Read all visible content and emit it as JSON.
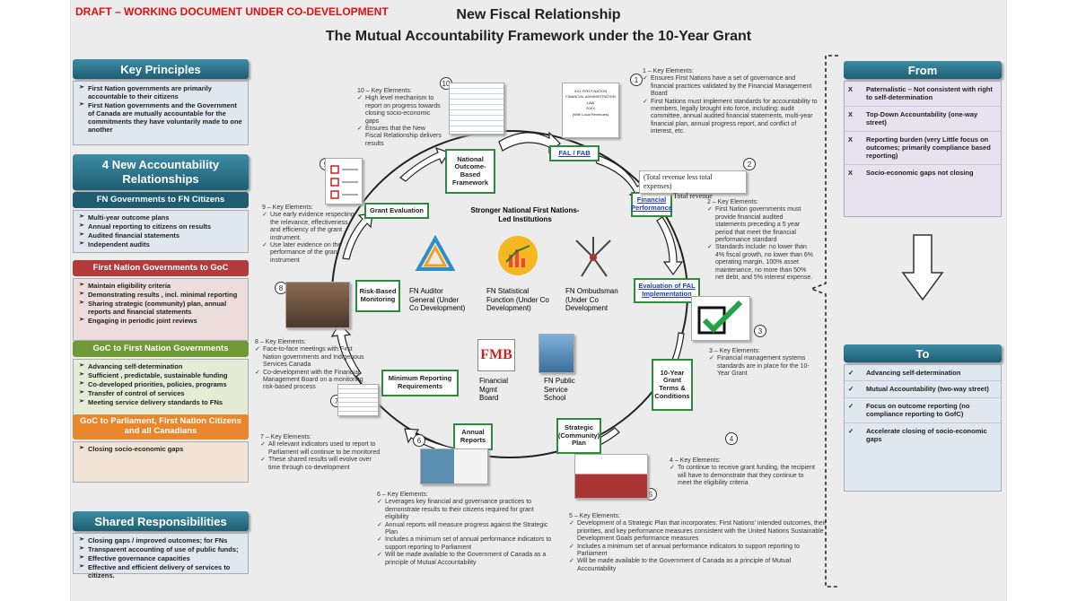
{
  "header": {
    "draft": "DRAFT – WORKING DOCUMENT UNDER CO-DEVELOPMENT",
    "title_line1": "New Fiscal Relationship",
    "title_line2": "The Mutual Accountability Framework under the 10-Year Grant"
  },
  "key_principles": {
    "title": "Key Principles",
    "items": [
      "First Nation governments are primarily accountable to their citizens",
      "First Nation governments and the Government of Canada are mutually accountable for the commitments they have voluntarily made to one another"
    ]
  },
  "relationships": {
    "title": "4 New Accountability Relationships",
    "sections": [
      {
        "title": "FN Governments to FN Citizens",
        "color": "#1f5e72",
        "bg": "#dfe7ef",
        "items": [
          "Multi-year outcome plans",
          "Annual reporting to citizens on results",
          "Audited financial statements",
          "Independent audits"
        ]
      },
      {
        "title": "First Nation Governments to GoC",
        "color": "#b23a3a",
        "bg": "#ecdcdc",
        "items": [
          "Maintain eligibility criteria",
          "Demonstrating results , incl. minimal reporting",
          "Sharing strategic (community) plan, annual reports and financial statements",
          "Engaging in periodic joint reviews"
        ]
      },
      {
        "title": "GoC to First Nation Governments",
        "color": "#6f9a34",
        "bg": "#e4ecd6",
        "items": [
          "Advancing self-determination",
          "Sufficient , predictable, sustainable funding",
          "Co-developed priorities, policies, programs",
          "Transfer of control of services",
          "Meeting service delivery standards to FNs"
        ]
      },
      {
        "title": "GoC to Parliament, First Nation Citizens and all Canadians",
        "color": "#e8872e",
        "bg": "#f1e4d4",
        "items": [
          "Closing socio-economic gaps"
        ]
      }
    ]
  },
  "shared": {
    "title": "Shared Responsibilities",
    "items": [
      "Closing gaps / improved outcomes; for FNs",
      "Transparent accounting of use of public funds;",
      "Effective governance capacities",
      "Effective and efficient delivery of services to citizens."
    ]
  },
  "from": {
    "title": "From",
    "mark": "X",
    "items": [
      "Paternalistic – Not consistent with right to self-determination",
      "Top-Down Accountability (one-way street)",
      "Reporting burden (very Little focus on outcomes; primarily compliance based reporting)",
      "Socio-economic gaps not closing"
    ]
  },
  "to": {
    "title": "To",
    "mark": "✓",
    "items": [
      "Advancing self-determination",
      "Mutual Accountability (two-way street)",
      "Focus on outcome reporting (no compliance reporting to GofC)",
      "Accelerate closing of socio-economic gaps"
    ]
  },
  "cycle": {
    "center_title": "Stronger National First Nations-Led Institutions",
    "institutions": [
      "FN Auditor General (Under Co Development)",
      "FN Statistical Function (Under Co Development)",
      "FN Ombudsman (Under Co Development",
      "Financial Mgmt Board",
      "FN Public Service School"
    ],
    "fmb_logo": "FMB",
    "nodes": [
      "FAL / FAB",
      "Financial Performance",
      "Evaluation of FAL Implementation",
      "10-Year Grant Terms & Conditions",
      "Strategic (Community) Plan",
      "Annual Reports",
      "Minimum Reporting Requirements",
      "Risk-Based Monitoring",
      "Grant Evaluation",
      "National Outcome-Based Framework"
    ],
    "numbers": [
      "1",
      "2",
      "3",
      "4",
      "5",
      "6",
      "7",
      "8",
      "9",
      "10"
    ],
    "revenue_text1": "(Total revenue less total expenses)",
    "revenue_text2": "Total revenue",
    "doc_text": [
      "XXX FIRST NATION",
      "FINANCIAL ADMINISTRATION LAW",
      "20XX",
      "[With Local Revenues]"
    ]
  },
  "elements": {
    "e1": {
      "title": "1 – Key Elements:",
      "items": [
        "Ensures First Nations have a set of governance and financial practices validated by the Financial Management Board",
        "First Nations must implement standards for accountability to members, legally brought into force, including: audit committee, annual audited financial statements, multi-year financial plan, annual progress report, and conflict of interest, etc."
      ]
    },
    "e2": {
      "title": "2 – Key Elements:",
      "items": [
        "First Nation governments must provide financial audited statements preceding a 5 year period that meet the financial performance standard",
        "Standards include: no lower than 4% fiscal growth, no lower than 6% operating margin, 100% asset maintenance, no more than 50% net debt, and 5% interest expense."
      ]
    },
    "e3": {
      "title": "3 – Key Elements:",
      "items": [
        "Financial management systems standards are in place for the 10-Year Grant"
      ]
    },
    "e4": {
      "title": "4 – Key Elements:",
      "items": [
        "To continue to receive grant funding, the recipient will have to demonstrate that they continue to meet the eligibility criteria"
      ]
    },
    "e5": {
      "title": "5 – Key Elements:",
      "items": [
        "Development of a Strategic Plan that incorporates: First Nations' intended outcomes, their priorities, and key performance measures consistent with the United Nations Sustainable Development Goals performance measures",
        "Includes a minimum set of annual performance indicators to support reporting to Parliament",
        "Will be made available to the Government of Canada as a principle of Mutual Accountability"
      ]
    },
    "e6": {
      "title": "6 – Key Elements:",
      "items": [
        "Leverages key financial and governance practices to demonstrate results to their citizens required for grant eligibility",
        "Annual reports will measure progress against the Strategic Plan",
        "Includes a minimum set of annual performance indicators to support reporting to Parliament",
        "Will be made available to the Government of Canada as a principle of Mutual Accountability"
      ]
    },
    "e7": {
      "title": "7 – Key Elements:",
      "items": [
        "All relevant indicators used to report to Parliament will continue to be monitored",
        "These shared results will evolve over time through co-development"
      ]
    },
    "e8": {
      "title": "8 – Key Elements:",
      "items": [
        "Face-to-face meetings with First Nation governments and Indigenous Services Canada",
        "Co-development with the Financial Management Board on a monitoring risk-based process"
      ]
    },
    "e9": {
      "title": "9 – Key Elements:",
      "items": [
        "Use early evidence respecting the relevance, effectiveness and efficiency of the grant instrument.",
        "Use later evidence on the performance of the grant instrument"
      ]
    },
    "e10": {
      "title": "10 – Key Elements:",
      "items": [
        "High level mechanism to report on progress towards closing socio-economic gaps",
        "Ensures that the New Fiscal Relationship delivers results"
      ]
    }
  },
  "colors": {
    "teal": "#1f5e72",
    "node_border": "#2c8a3c",
    "draft_red": "#e01010",
    "link_blue": "#1c3fb5"
  }
}
